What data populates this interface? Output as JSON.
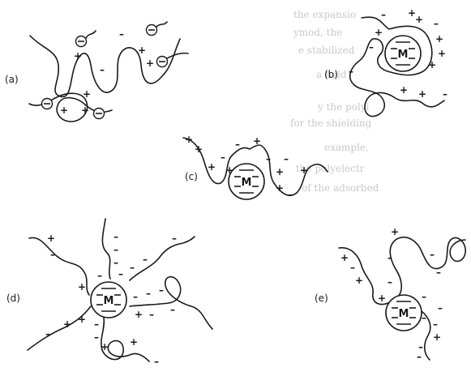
{
  "panels": {
    "a": {
      "label": "(a)"
    },
    "b": {
      "label": "(b)",
      "metal": "M"
    },
    "c": {
      "label": "(c)",
      "metal": "M"
    },
    "d": {
      "label": "(d)",
      "metal": "M"
    },
    "e": {
      "label": "(e)",
      "metal": "M"
    }
  },
  "symbols": {
    "plus": "+",
    "minus": "–"
  },
  "bleedthrough": [
    "the expansio",
    "ymod, the",
    "e stabilized",
    "a field",
    "y the polyi",
    "for the shielding",
    "example,",
    "the polyelectr",
    "of the adsorbed"
  ]
}
